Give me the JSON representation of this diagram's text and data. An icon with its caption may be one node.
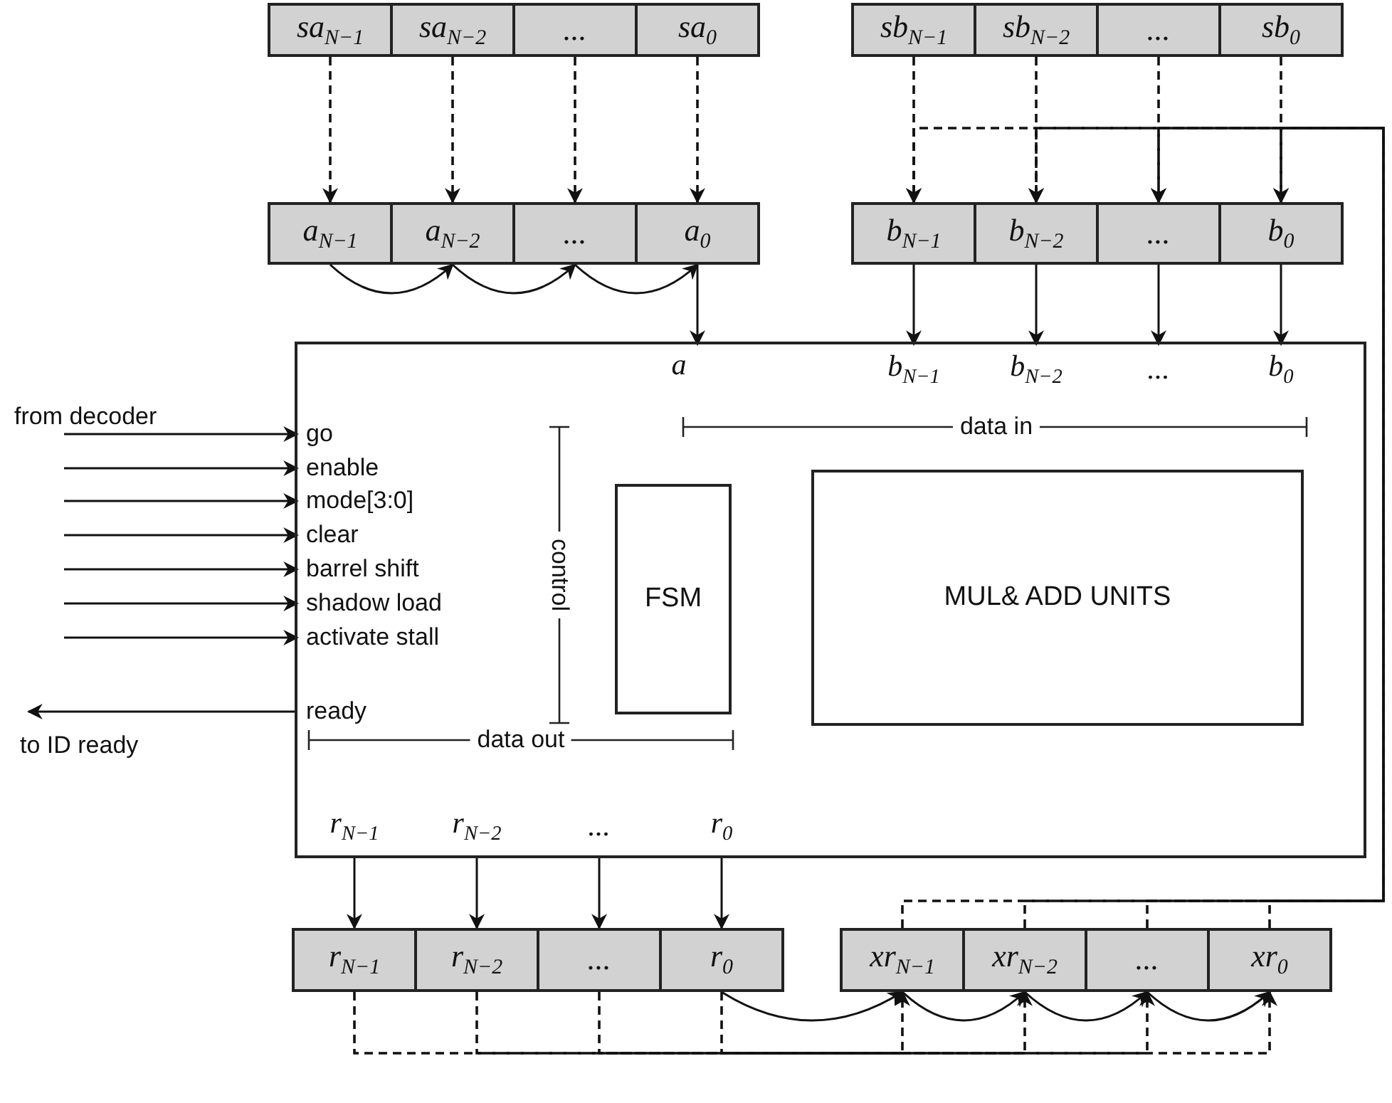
{
  "diagram": {
    "nodes": [
      {
        "text": [
          "sa$_{N−1}$"
        ]
      },
      {
        "text": [
          "sa$_{N−2}$"
        ]
      },
      {
        "text": [
          "..."
        ]
      },
      {
        "text": [
          "sa$_{0}$"
        ]
      },
      {
        "text": [
          "sb$_{N−1}$"
        ]
      },
      {
        "text": [
          "sb$_{N−2}$"
        ]
      },
      {
        "text": [
          "..."
        ]
      },
      {
        "text": [
          "sb$_{0}$"
        ]
      },
      {
        "text": [
          "a$_{N−1}$"
        ]
      },
      {
        "text": [
          "a$_{N−2}$"
        ]
      },
      {
        "text": [
          "..."
        ]
      },
      {
        "text": [
          "a$_{0}$"
        ]
      },
      {
        "text": [
          "b$_{N−1}$"
        ]
      },
      {
        "text": [
          "b$_{N−2}$"
        ]
      },
      {
        "text": [
          "..."
        ]
      },
      {
        "text": [
          "b$_{0}$"
        ]
      },
      {
        "text": [],
        "shape": "box"
      },
      {
        "text": [
          "a"
        ],
        "in": 16
      },
      {
        "text": [
          "b$_{N−1}$"
        ],
        "in": 16
      },
      {
        "text": [
          "b$_{N−2}$"
        ],
        "in": 16
      },
      {
        "text": [
          "..."
        ],
        "in": 16
      },
      {
        "text": [
          "b$_{0}$"
        ],
        "in": 16
      },
      {
        "text": [
          "go"
        ],
        "in": 16
      },
      {
        "text": [
          "enable"
        ],
        "in": 16
      },
      {
        "text": [
          "mode[3:0]"
        ],
        "in": 16
      },
      {
        "text": [
          "clear"
        ],
        "in": 16
      },
      {
        "text": [
          "barrel shift"
        ],
        "in": 16
      },
      {
        "text": [
          "shadow load"
        ],
        "in": 16
      },
      {
        "text": [
          "activate stall"
        ],
        "in": 16
      },
      {
        "text": [
          "ready"
        ],
        "in": 16
      },
      {
        "text": [
          "FSM"
        ],
        "in": 16
      },
      {
        "text": [
          "MUL& ADD UNITS"
        ],
        "in": 16
      },
      {
        "text": [
          "r$_{N−1}$"
        ],
        "in": 16
      },
      {
        "text": [
          "r$_{N−2}$"
        ],
        "in": 16
      },
      {
        "text": [
          "..."
        ],
        "in": 16
      },
      {
        "text": [
          "r$_{0}$"
        ],
        "in": 16
      },
      {
        "text": [
          "r$_{N−1}$"
        ]
      },
      {
        "text": [
          "r$_{N−2}$"
        ]
      },
      {
        "text": [
          "..."
        ]
      },
      {
        "text": [
          "r$_{0}$"
        ]
      },
      {
        "text": [
          "xr$_{N−1}$"
        ]
      },
      {
        "text": [
          "xr$_{N−2}$"
        ]
      },
      {
        "text": [
          "..."
        ]
      },
      {
        "text": [
          "xr$_{0}$"
        ]
      },
      {
        "text": [
          "to ID ready"
        ]
      },
      {
        "text": [
          "from decoder"
        ]
      }
    ],
    "edges": [
      {
        "from": 0,
        "to": 8,
        "arrow": "to",
        "style": "dashed"
      },
      {
        "from": 1,
        "to": 9,
        "arrow": "to",
        "style": "dashed"
      },
      {
        "from": 2,
        "to": 10,
        "arrow": "to",
        "style": "dashed"
      },
      {
        "from": 3,
        "to": 11,
        "arrow": "to",
        "style": "dashed"
      },
      {
        "from": 4,
        "to": 12,
        "arrow": "to",
        "style": "dashed"
      },
      {
        "from": 5,
        "to": 13,
        "arrow": "to",
        "style": "dashed"
      },
      {
        "from": 6,
        "to": 14,
        "arrow": "to",
        "style": "dashed"
      },
      {
        "from": 7,
        "to": 15,
        "arrow": "to",
        "style": "dashed"
      },
      {
        "from": 8,
        "to": 9,
        "arrow": "to"
      },
      {
        "from": 9,
        "to": 10,
        "arrow": "to"
      },
      {
        "from": 10,
        "to": 11,
        "arrow": "to"
      },
      {
        "from": 11,
        "to": 17,
        "arrow": "to"
      },
      {
        "from": 12,
        "to": 18,
        "arrow": "to"
      },
      {
        "from": 13,
        "to": 19,
        "arrow": "to"
      },
      {
        "from": 14,
        "to": 20,
        "arrow": "to"
      },
      {
        "from": 15,
        "to": 21,
        "arrow": "to"
      },
      {
        "from": 45,
        "to": 22,
        "arrow": "to"
      },
      {
        "from": null,
        "to": 23,
        "arrow": "to"
      },
      {
        "from": null,
        "to": 24,
        "arrow": "to"
      },
      {
        "from": null,
        "to": 25,
        "arrow": "to"
      },
      {
        "from": null,
        "to": 26,
        "arrow": "to"
      },
      {
        "from": null,
        "to": 27,
        "arrow": "to"
      },
      {
        "from": null,
        "to": 28,
        "arrow": "to"
      },
      {
        "from": 29,
        "to": 44,
        "arrow": "to"
      },
      {
        "from": 32,
        "to": 36,
        "arrow": "to"
      },
      {
        "from": 33,
        "to": 37,
        "arrow": "to"
      },
      {
        "from": 34,
        "to": 38,
        "arrow": "to"
      },
      {
        "from": 35,
        "to": 39,
        "arrow": "to"
      },
      {
        "from": 39,
        "to": 40,
        "arrow": "to"
      },
      {
        "from": 40,
        "to": 41,
        "arrow": "to"
      },
      {
        "from": 41,
        "to": 42,
        "arrow": "to"
      },
      {
        "from": 42,
        "to": 43,
        "arrow": "to"
      },
      {
        "from": 36,
        "to": 40,
        "arrow": "to",
        "style": "dashed"
      },
      {
        "from": 37,
        "to": 41,
        "arrow": "to",
        "style": "dashed"
      },
      {
        "from": 38,
        "to": 42,
        "arrow": "to",
        "style": "dashed"
      },
      {
        "from": 39,
        "to": 43,
        "arrow": "to",
        "style": "dashed"
      },
      {
        "from": 40,
        "to": 12,
        "arrow": "to",
        "style": "dashed"
      },
      {
        "from": 41,
        "to": 13,
        "arrow": "to",
        "style": "dashed"
      },
      {
        "from": 42,
        "to": 14,
        "arrow": "to",
        "style": "dashed"
      },
      {
        "from": 43,
        "to": 15,
        "arrow": "to",
        "style": "dashed"
      }
    ],
    "labels": [
      "control",
      "data in",
      "data out"
    ]
  }
}
